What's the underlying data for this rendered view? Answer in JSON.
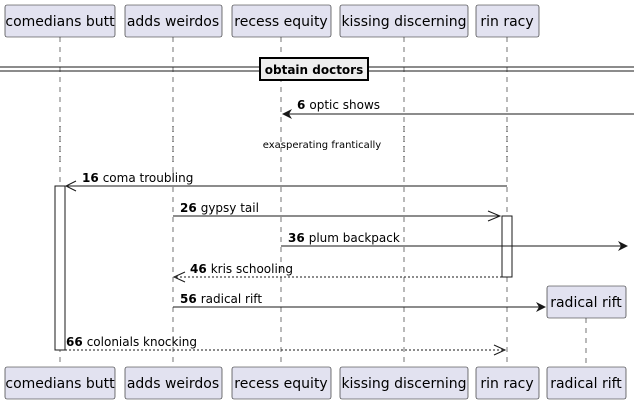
{
  "participants": [
    {
      "id": "comedians",
      "label": "comedians butt"
    },
    {
      "id": "adds",
      "label": "adds weirdos"
    },
    {
      "id": "recess",
      "label": "recess equity"
    },
    {
      "id": "kissing",
      "label": "kissing discerning"
    },
    {
      "id": "rin",
      "label": "rin racy"
    }
  ],
  "created_participant": {
    "id": "radical",
    "label": "radical rift"
  },
  "section": {
    "title": "obtain doctors"
  },
  "delay_note": "exasperating frantically",
  "messages": [
    {
      "num": "6",
      "label": "optic shows",
      "from": "external-right",
      "to": "recess",
      "style": "solid-filled"
    },
    {
      "num": "16",
      "label": "coma troubling",
      "from": "rin",
      "to": "comedians",
      "style": "solid-open"
    },
    {
      "num": "26",
      "label": "gypsy tail",
      "from": "adds",
      "to": "rin",
      "style": "solid-open"
    },
    {
      "num": "36",
      "label": "plum backpack",
      "from": "recess",
      "to": "external-right",
      "style": "solid-filled"
    },
    {
      "num": "46",
      "label": "kris schooling",
      "from": "rin",
      "to": "adds",
      "style": "dashed-open"
    },
    {
      "num": "56",
      "label": "radical rift",
      "from": "adds",
      "to": "radical",
      "style": "solid-filled-create"
    },
    {
      "num": "66",
      "label": "colonials knocking",
      "from": "comedians",
      "to": "rin",
      "style": "dashed-open"
    }
  ]
}
